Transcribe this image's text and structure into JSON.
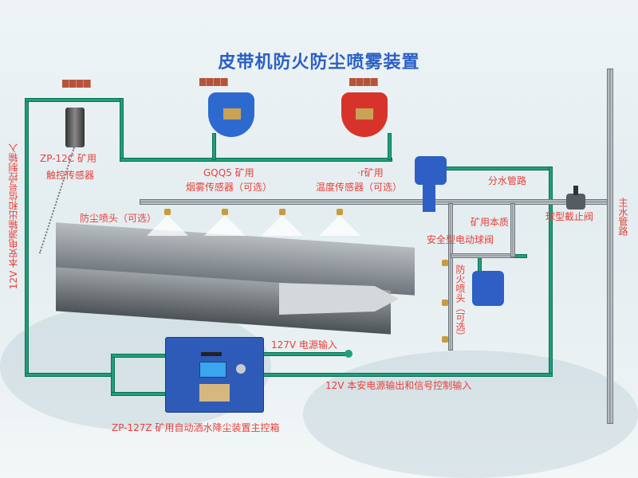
{
  "title": "皮带机防火防尘喷雾装置",
  "labels": {
    "touch_sensor_model": "ZP-12C 矿用",
    "touch_sensor_name": "触控传感器",
    "smoke_sensor_model": "GQQ5 矿用",
    "smoke_sensor_name": "烟雾传感器（可选）",
    "temp_sensor_model": "·r矿用",
    "temp_sensor_name": "温度传感器（可选）",
    "branch_pipe": "分水管路",
    "dust_nozzle": "防尘喷头（可选）",
    "electric_valve_line1": "矿用本质",
    "electric_valve_line2": "安全型电动球阀",
    "ball_stop_valve": "球型截止阀",
    "main_pipe": "主水管路",
    "fire_nozzle": "防火喷头（可选）",
    "left_signal": "12V 本安电源输出和信号控制输入",
    "power_input": "127V 电源输入",
    "bottom_signal": "12V 本安电源输出和信号控制输入",
    "control_box": "ZP-127Z 矿用自动洒水降尘装置主控箱"
  },
  "colors": {
    "title": "#2a5fc4",
    "label": "#e8403a",
    "wire": "#1fa07a",
    "box": "#2f5bb8"
  }
}
